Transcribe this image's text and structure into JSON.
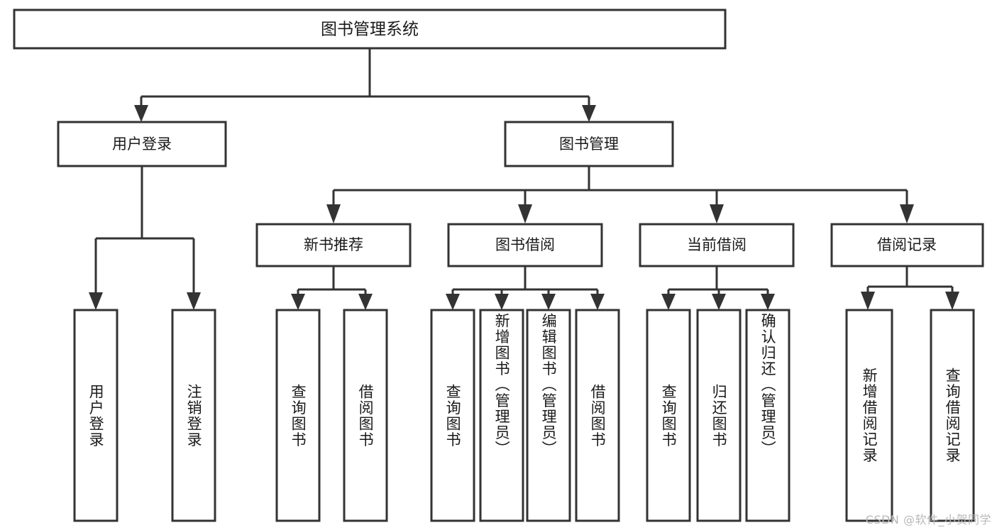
{
  "diagram": {
    "type": "hierarchy-tree",
    "title": "图书管理系统",
    "watermark": "CSDN @软件_小贺同学",
    "colors": {
      "stroke": "#333333",
      "fill": "#ffffff",
      "text": "#1a1a1a",
      "watermark": "#b9b9b9",
      "background": "#ffffff"
    },
    "nodes": {
      "root": {
        "label": "图书管理系统"
      },
      "level2": [
        {
          "id": "user-login",
          "label": "用户登录"
        },
        {
          "id": "book-management",
          "label": "图书管理"
        }
      ],
      "level3": [
        {
          "id": "new-book-recommend",
          "label": "新书推荐"
        },
        {
          "id": "book-borrow",
          "label": "图书借阅"
        },
        {
          "id": "current-borrow",
          "label": "当前借阅"
        },
        {
          "id": "borrow-record",
          "label": "借阅记录"
        }
      ],
      "leaves": {
        "user-login": [
          {
            "id": "leaf-user-login",
            "label": "用户登录"
          },
          {
            "id": "leaf-logout-login",
            "label": "注销登录"
          }
        ],
        "new-book-recommend": [
          {
            "id": "leaf-query-book-1",
            "label": "查询图书"
          },
          {
            "id": "leaf-borrow-book-1",
            "label": "借阅图书"
          }
        ],
        "book-borrow": [
          {
            "id": "leaf-query-book-2",
            "label": "查询图书"
          },
          {
            "id": "leaf-add-book-admin",
            "label": "新增图书（管理员）"
          },
          {
            "id": "leaf-edit-book-admin",
            "label": "编辑图书（管理员）"
          },
          {
            "id": "leaf-borrow-book-2",
            "label": "借阅图书"
          }
        ],
        "current-borrow": [
          {
            "id": "leaf-query-book-3",
            "label": "查询图书"
          },
          {
            "id": "leaf-return-book",
            "label": "归还图书"
          },
          {
            "id": "leaf-confirm-return-admin",
            "label": "确认归还（管理员）"
          }
        ],
        "borrow-record": [
          {
            "id": "leaf-add-borrow-record",
            "label": "新增借阅记录"
          },
          {
            "id": "leaf-query-borrow-record",
            "label": "查询借阅记录"
          }
        ]
      }
    }
  }
}
